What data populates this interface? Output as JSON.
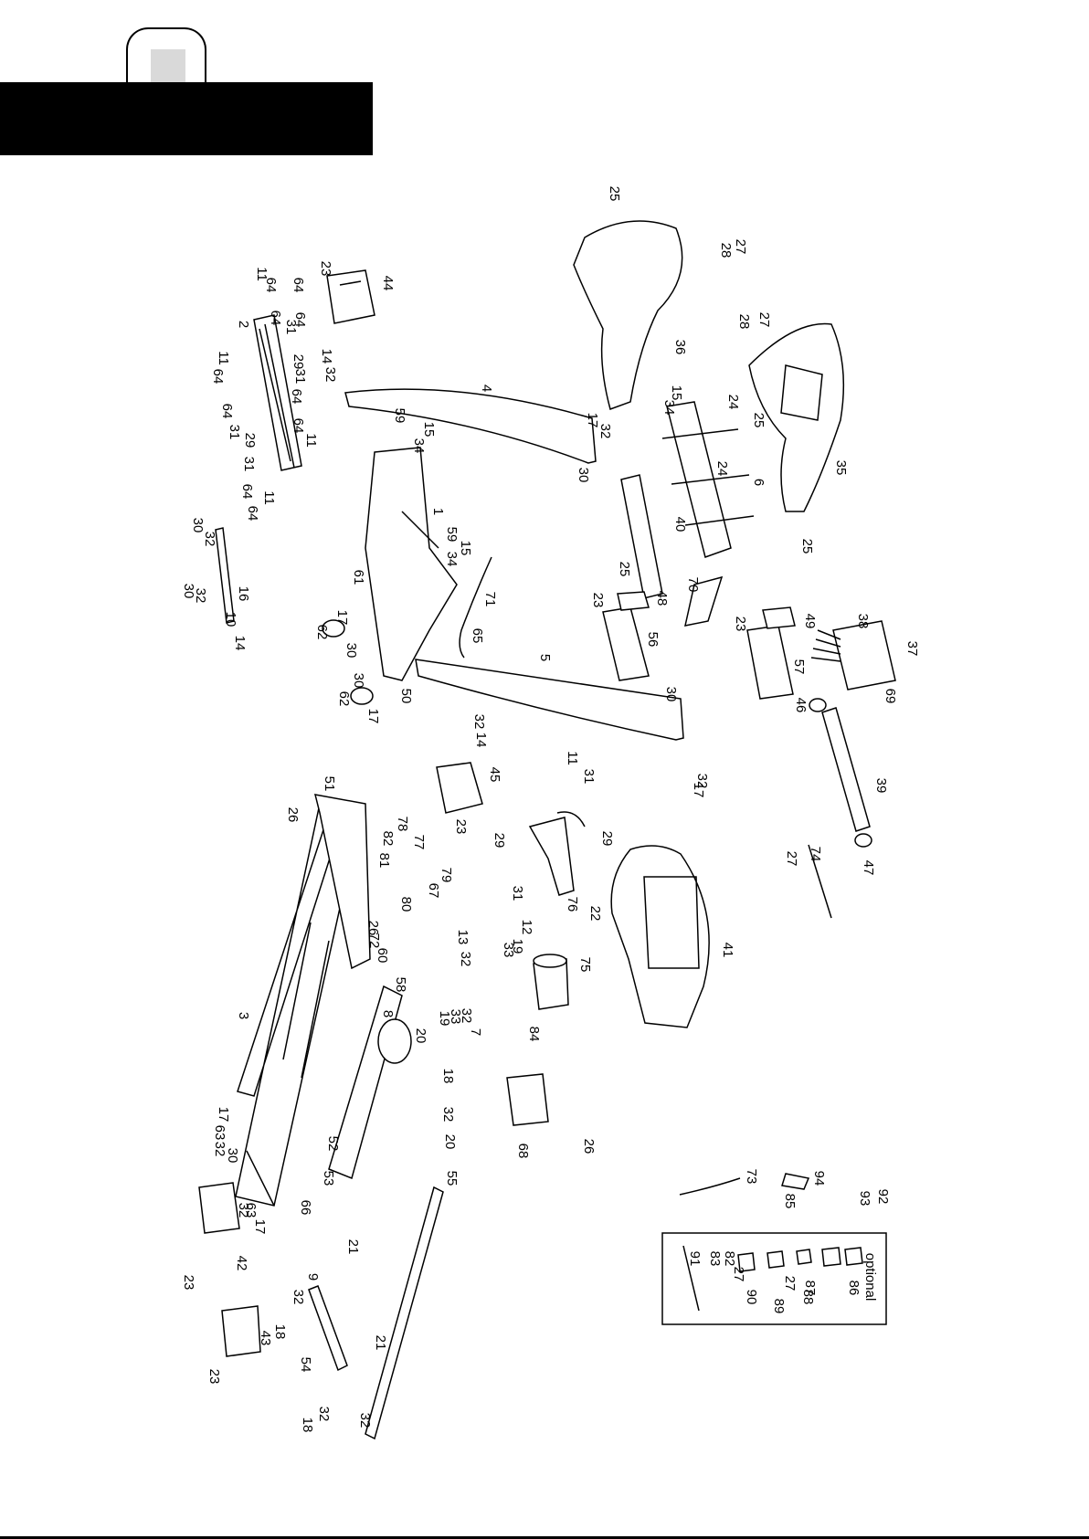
{
  "optional_box": {
    "title": "optional"
  },
  "callouts": [
    {
      "id": "c1",
      "text": "1"
    },
    {
      "id": "c2",
      "text": "2"
    },
    {
      "id": "c3",
      "text": "3"
    },
    {
      "id": "c4",
      "text": "4"
    },
    {
      "id": "c5",
      "text": "5"
    },
    {
      "id": "c6",
      "text": "6"
    },
    {
      "id": "c7",
      "text": "7"
    },
    {
      "id": "c8",
      "text": "8"
    },
    {
      "id": "c9",
      "text": "9"
    },
    {
      "id": "c10",
      "text": "10"
    },
    {
      "id": "c11a",
      "text": "11"
    },
    {
      "id": "c11b",
      "text": "11"
    },
    {
      "id": "c11c",
      "text": "11"
    },
    {
      "id": "c11d",
      "text": "11"
    },
    {
      "id": "c11e",
      "text": "11"
    },
    {
      "id": "c12",
      "text": "12"
    },
    {
      "id": "c13",
      "text": "13"
    },
    {
      "id": "c14a",
      "text": "14"
    },
    {
      "id": "c14b",
      "text": "14"
    },
    {
      "id": "c14c",
      "text": "14"
    },
    {
      "id": "c15a",
      "text": "15"
    },
    {
      "id": "c15b",
      "text": "15"
    },
    {
      "id": "c15c",
      "text": "15"
    },
    {
      "id": "c16",
      "text": "16"
    },
    {
      "id": "c17a",
      "text": "17"
    },
    {
      "id": "c17b",
      "text": "17"
    },
    {
      "id": "c17c",
      "text": "17"
    },
    {
      "id": "c17d",
      "text": "17"
    },
    {
      "id": "c17e",
      "text": "17"
    },
    {
      "id": "c17f",
      "text": "17"
    },
    {
      "id": "c18a",
      "text": "18"
    },
    {
      "id": "c18b",
      "text": "18"
    },
    {
      "id": "c18c",
      "text": "18"
    },
    {
      "id": "c19a",
      "text": "19"
    },
    {
      "id": "c19b",
      "text": "19"
    },
    {
      "id": "c20a",
      "text": "20"
    },
    {
      "id": "c20b",
      "text": "20"
    },
    {
      "id": "c21a",
      "text": "21"
    },
    {
      "id": "c21b",
      "text": "21"
    },
    {
      "id": "c22",
      "text": "22"
    },
    {
      "id": "c23a",
      "text": "23"
    },
    {
      "id": "c23b",
      "text": "23"
    },
    {
      "id": "c23c",
      "text": "23"
    },
    {
      "id": "c23d",
      "text": "23"
    },
    {
      "id": "c23e",
      "text": "23"
    },
    {
      "id": "c23f",
      "text": "23"
    },
    {
      "id": "c24a",
      "text": "24"
    },
    {
      "id": "c24b",
      "text": "24"
    },
    {
      "id": "c25a",
      "text": "25"
    },
    {
      "id": "c25b",
      "text": "25"
    },
    {
      "id": "c25c",
      "text": "25"
    },
    {
      "id": "c25d",
      "text": "25"
    },
    {
      "id": "c26a",
      "text": "26"
    },
    {
      "id": "c26b",
      "text": "26"
    },
    {
      "id": "c26c",
      "text": "26"
    },
    {
      "id": "c27a",
      "text": "27"
    },
    {
      "id": "c27b",
      "text": "27"
    },
    {
      "id": "c27c",
      "text": "27"
    },
    {
      "id": "c27d",
      "text": "27"
    },
    {
      "id": "c27e",
      "text": "27"
    },
    {
      "id": "c28a",
      "text": "28"
    },
    {
      "id": "c28b",
      "text": "28"
    },
    {
      "id": "c29a",
      "text": "29"
    },
    {
      "id": "c29b",
      "text": "29"
    },
    {
      "id": "c29c",
      "text": "29"
    },
    {
      "id": "c29d",
      "text": "29"
    },
    {
      "id": "c30a",
      "text": "30"
    },
    {
      "id": "c30b",
      "text": "30"
    },
    {
      "id": "c30c",
      "text": "30"
    },
    {
      "id": "c30d",
      "text": "30"
    },
    {
      "id": "c30e",
      "text": "30"
    },
    {
      "id": "c30f",
      "text": "30"
    },
    {
      "id": "c30g",
      "text": "30"
    },
    {
      "id": "c31a",
      "text": "31"
    },
    {
      "id": "c31b",
      "text": "31"
    },
    {
      "id": "c31c",
      "text": "31"
    },
    {
      "id": "c31d",
      "text": "31"
    },
    {
      "id": "c31e",
      "text": "31"
    },
    {
      "id": "c31f",
      "text": "31"
    },
    {
      "id": "c32a",
      "text": "32"
    },
    {
      "id": "c32b",
      "text": "32"
    },
    {
      "id": "c32c",
      "text": "32"
    },
    {
      "id": "c32d",
      "text": "32"
    },
    {
      "id": "c32e",
      "text": "32"
    },
    {
      "id": "c32f",
      "text": "32"
    },
    {
      "id": "c32g",
      "text": "32"
    },
    {
      "id": "c32h",
      "text": "32"
    },
    {
      "id": "c32i",
      "text": "32"
    },
    {
      "id": "c32j",
      "text": "32"
    },
    {
      "id": "c32k",
      "text": "32"
    },
    {
      "id": "c32l",
      "text": "32"
    },
    {
      "id": "c32m",
      "text": "32"
    },
    {
      "id": "c32n",
      "text": "32"
    },
    {
      "id": "c33a",
      "text": "33"
    },
    {
      "id": "c33b",
      "text": "33"
    },
    {
      "id": "c34a",
      "text": "34"
    },
    {
      "id": "c34b",
      "text": "34"
    },
    {
      "id": "c34c",
      "text": "34"
    },
    {
      "id": "c35",
      "text": "35"
    },
    {
      "id": "c36",
      "text": "36"
    },
    {
      "id": "c37",
      "text": "37"
    },
    {
      "id": "c38",
      "text": "38"
    },
    {
      "id": "c39",
      "text": "39"
    },
    {
      "id": "c40",
      "text": "40"
    },
    {
      "id": "c41",
      "text": "41"
    },
    {
      "id": "c42",
      "text": "42"
    },
    {
      "id": "c43",
      "text": "43"
    },
    {
      "id": "c44",
      "text": "44"
    },
    {
      "id": "c45",
      "text": "45"
    },
    {
      "id": "c46",
      "text": "46"
    },
    {
      "id": "c47",
      "text": "47"
    },
    {
      "id": "c48",
      "text": "48"
    },
    {
      "id": "c49",
      "text": "49"
    },
    {
      "id": "c50",
      "text": "50"
    },
    {
      "id": "c51",
      "text": "51"
    },
    {
      "id": "c52",
      "text": "52"
    },
    {
      "id": "c53",
      "text": "53"
    },
    {
      "id": "c54",
      "text": "54"
    },
    {
      "id": "c55",
      "text": "55"
    },
    {
      "id": "c56",
      "text": "56"
    },
    {
      "id": "c57",
      "text": "57"
    },
    {
      "id": "c58",
      "text": "58"
    },
    {
      "id": "c59a",
      "text": "59"
    },
    {
      "id": "c59b",
      "text": "59"
    },
    {
      "id": "c60",
      "text": "60"
    },
    {
      "id": "c61",
      "text": "61"
    },
    {
      "id": "c62a",
      "text": "62"
    },
    {
      "id": "c62b",
      "text": "62"
    },
    {
      "id": "c63a",
      "text": "63"
    },
    {
      "id": "c63b",
      "text": "63"
    },
    {
      "id": "c64a",
      "text": "64"
    },
    {
      "id": "c64b",
      "text": "64"
    },
    {
      "id": "c64c",
      "text": "64"
    },
    {
      "id": "c64d",
      "text": "64"
    },
    {
      "id": "c64e",
      "text": "64"
    },
    {
      "id": "c64f",
      "text": "64"
    },
    {
      "id": "c64g",
      "text": "64"
    },
    {
      "id": "c64h",
      "text": "64"
    },
    {
      "id": "c64i",
      "text": "64"
    },
    {
      "id": "c64j",
      "text": "64"
    },
    {
      "id": "c65",
      "text": "65"
    },
    {
      "id": "c66",
      "text": "66"
    },
    {
      "id": "c67",
      "text": "67"
    },
    {
      "id": "c68",
      "text": "68"
    },
    {
      "id": "c69",
      "text": "69"
    },
    {
      "id": "c70",
      "text": "70"
    },
    {
      "id": "c71",
      "text": "71"
    },
    {
      "id": "c72",
      "text": "72"
    },
    {
      "id": "c73",
      "text": "73"
    },
    {
      "id": "c74",
      "text": "74"
    },
    {
      "id": "c75",
      "text": "75"
    },
    {
      "id": "c76",
      "text": "76"
    },
    {
      "id": "c77",
      "text": "77"
    },
    {
      "id": "c78",
      "text": "78"
    },
    {
      "id": "c79",
      "text": "79"
    },
    {
      "id": "c80",
      "text": "80"
    },
    {
      "id": "c81",
      "text": "81"
    },
    {
      "id": "c82a",
      "text": "82"
    },
    {
      "id": "c82b",
      "text": "82"
    },
    {
      "id": "c83",
      "text": "83"
    },
    {
      "id": "c84",
      "text": "84"
    },
    {
      "id": "c85",
      "text": "85"
    },
    {
      "id": "c86",
      "text": "86"
    },
    {
      "id": "c87",
      "text": "87"
    },
    {
      "id": "c88",
      "text": "88"
    },
    {
      "id": "c89",
      "text": "89"
    },
    {
      "id": "c90",
      "text": "90"
    },
    {
      "id": "c91",
      "text": "91"
    },
    {
      "id": "c92",
      "text": "92"
    },
    {
      "id": "c93",
      "text": "93"
    },
    {
      "id": "c94",
      "text": "94"
    }
  ]
}
